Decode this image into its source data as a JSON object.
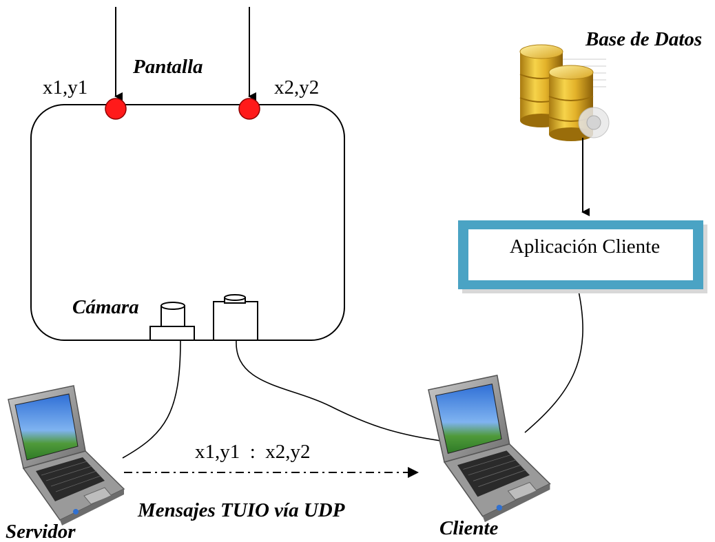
{
  "labels": {
    "pantalla": "Pantalla",
    "point1": "x1,y1",
    "point2": "x2,y2",
    "camara": "Cámara",
    "base_de_datos": "Base de Datos",
    "aplicacion_cliente": "Aplicación Cliente",
    "message_coords": "x1,y1  :  x2,y2",
    "mensajes": "Mensajes TUIO vía UDP",
    "servidor": "Servidor",
    "cliente": "Cliente"
  },
  "colors": {
    "marker_red": "#ff1a1a",
    "box_border": "#4aa3c4",
    "gold": "#d4a520",
    "laptop_body": "#8a8a8a"
  }
}
